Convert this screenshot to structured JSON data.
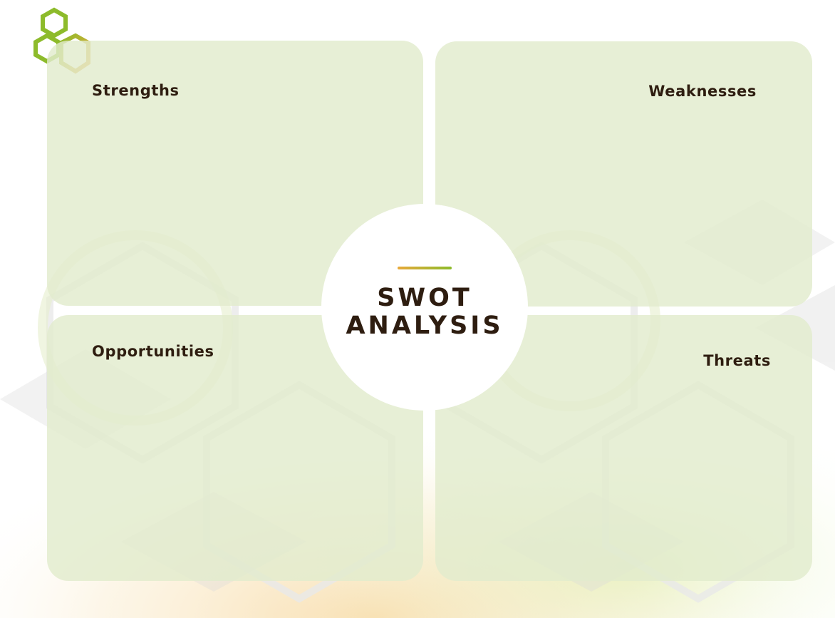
{
  "logo": {
    "icon": "hexagon-chain-logo",
    "colors": [
      "#8dbb2b",
      "#e8a93a"
    ]
  },
  "center": {
    "line1": "SWOT",
    "line2": "ANALYSIS",
    "accent_gradient": [
      "#e8a93a",
      "#8dbb2b"
    ]
  },
  "quadrants": {
    "strengths": {
      "label": "Strengths"
    },
    "weaknesses": {
      "label": "Weaknesses"
    },
    "opportunities": {
      "label": "Opportunities"
    },
    "threats": {
      "label": "Threats"
    }
  },
  "colors": {
    "panel": "#e3edcf",
    "text": "#2e1d10",
    "background": "#ffffff"
  }
}
